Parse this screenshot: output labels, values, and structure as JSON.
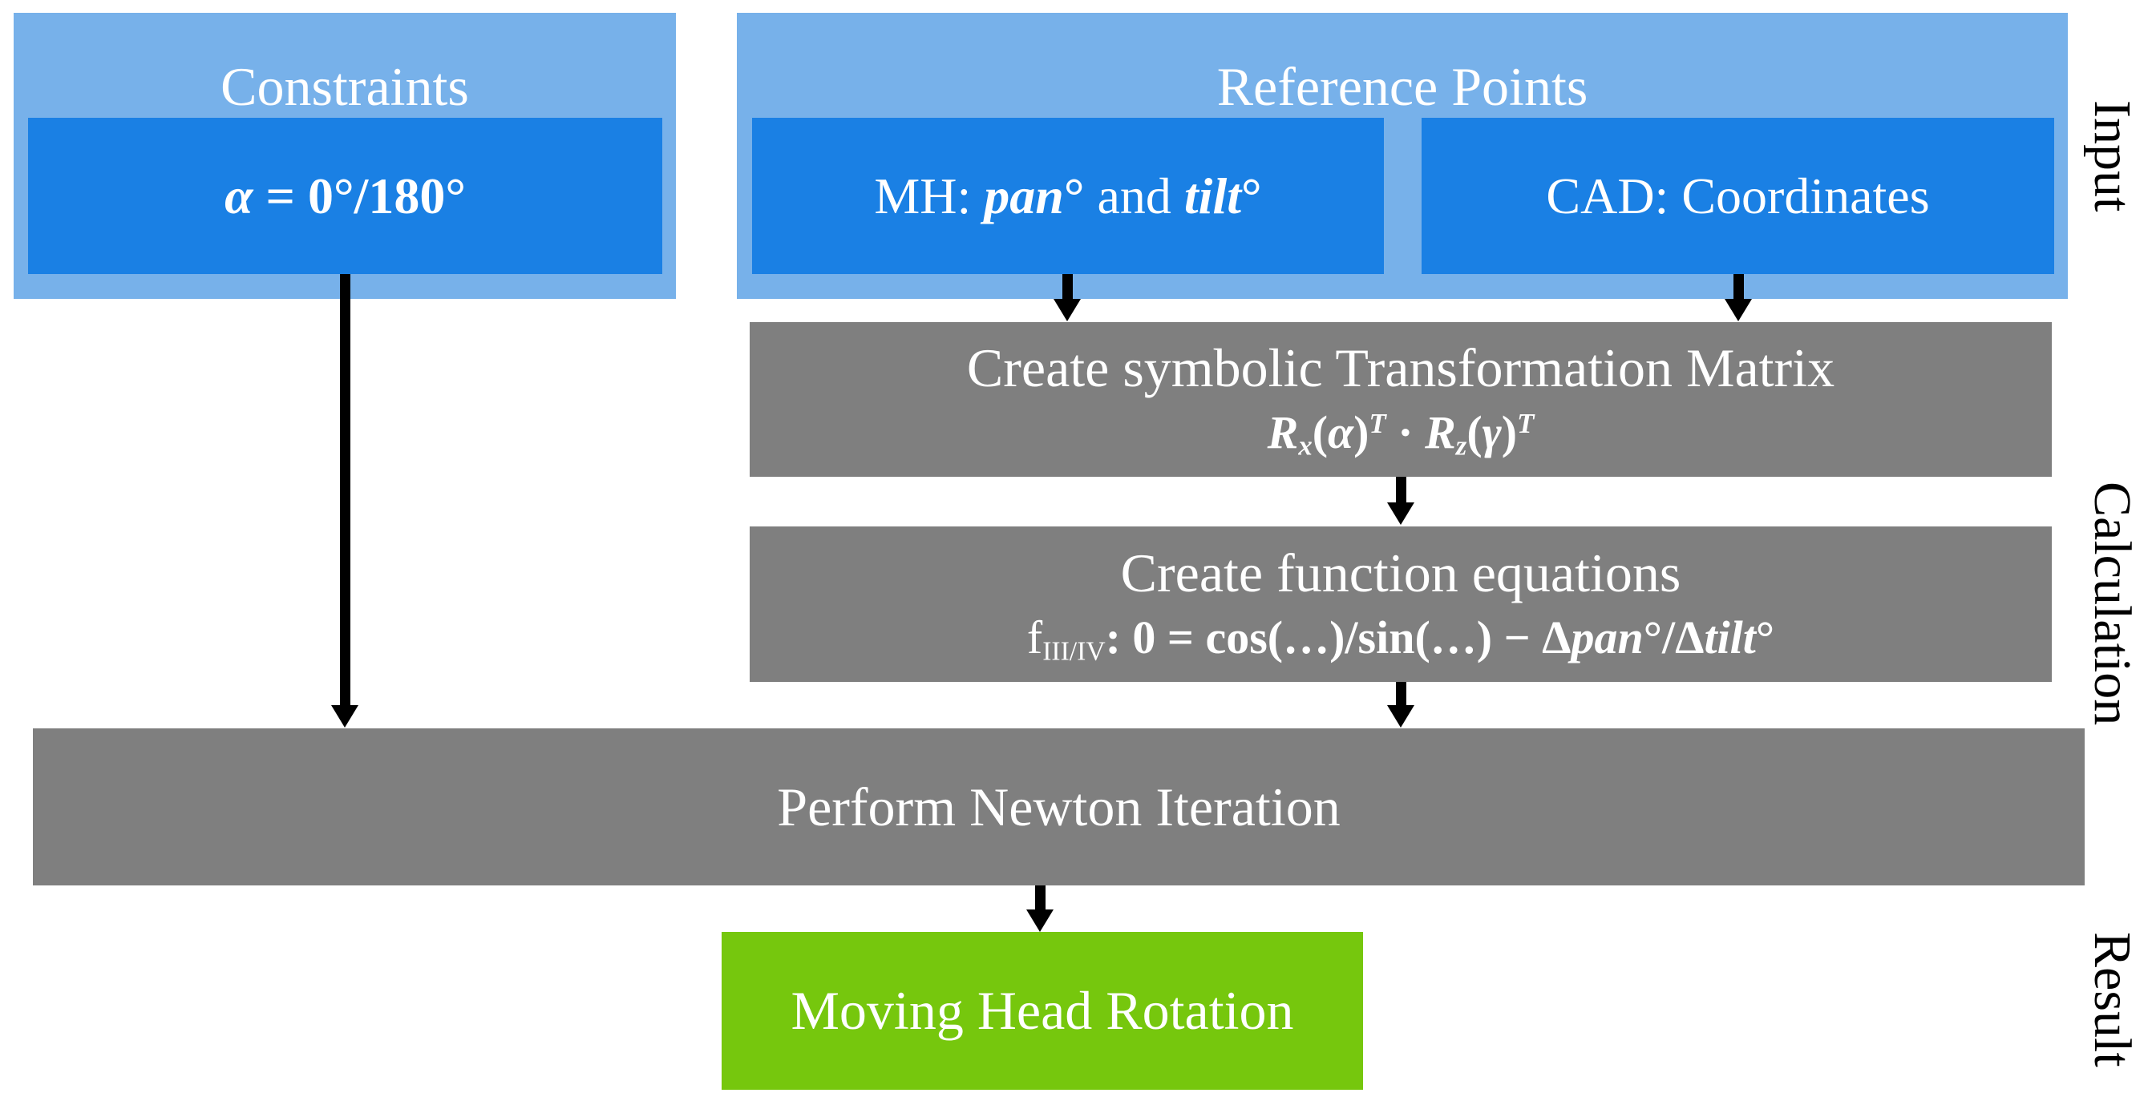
{
  "sections": [
    {
      "label": "Input"
    },
    {
      "label": "Calculation"
    },
    {
      "label": "Result"
    }
  ],
  "constraints": {
    "title": "Constraints",
    "value": {
      "alpha": "α",
      "rest": " = 0°/180°"
    }
  },
  "reference": {
    "title": "Reference Points",
    "mh": {
      "prefix": "MH: ",
      "pan": "pan",
      "deg1": "°",
      "mid": " and ",
      "tilt": "tilt",
      "deg2": "°"
    },
    "cad": {
      "label": "CAD: Coordinates"
    }
  },
  "matrix": {
    "title": "Create symbolic Transformation Matrix",
    "formula": {
      "R1": "R",
      "sub1": "x",
      "open1": "(",
      "alpha": "α",
      "close1": ")",
      "sup1": "T",
      "dot": " · ",
      "R2": "R",
      "sub2": "z",
      "open2": "(",
      "gamma": "γ",
      "close2": ")",
      "sup2": "T"
    }
  },
  "equations": {
    "title": "Create function equations",
    "formula": {
      "f": "f",
      "fsub": "III/IV",
      "mid": ": 0 = cos(…)/sin(…) − Δ",
      "pan": "pan",
      "mid2": "°/Δ",
      "tilt": "tilt",
      "deg": "°"
    }
  },
  "newton": {
    "title": "Perform Newton Iteration"
  },
  "result": {
    "title": "Moving Head Rotation"
  },
  "edges": [
    {
      "from": "constraints-value-box",
      "to": "newton-box"
    },
    {
      "from": "mh-box",
      "to": "matrix-box"
    },
    {
      "from": "cad-box",
      "to": "matrix-box"
    },
    {
      "from": "matrix-box",
      "to": "equations-box"
    },
    {
      "from": "equations-box",
      "to": "newton-box"
    },
    {
      "from": "newton-box",
      "to": "result-box"
    }
  ],
  "colors": {
    "section_fill": "#77B1EA",
    "item_fill": "#1A80E4",
    "process_fill": "#7F7F7F",
    "result_fill": "#76C70D",
    "text_on_fill": "#FFFFFF",
    "label_text": "#000000",
    "arrow": "#000000"
  }
}
